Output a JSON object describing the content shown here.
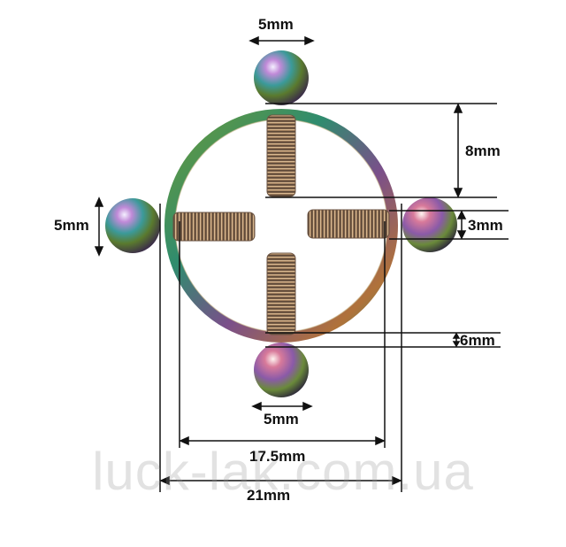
{
  "dimensions": {
    "top_ball": "5mm",
    "left_ball": "5mm",
    "screw_length": "8mm",
    "screw_thickness": "3mm",
    "ring_thickness": "6mm",
    "bottom_ball": "5mm",
    "inner_diameter": "17.5mm",
    "outer_diameter": "21mm"
  },
  "watermark": "luck-lak.com.ua"
}
